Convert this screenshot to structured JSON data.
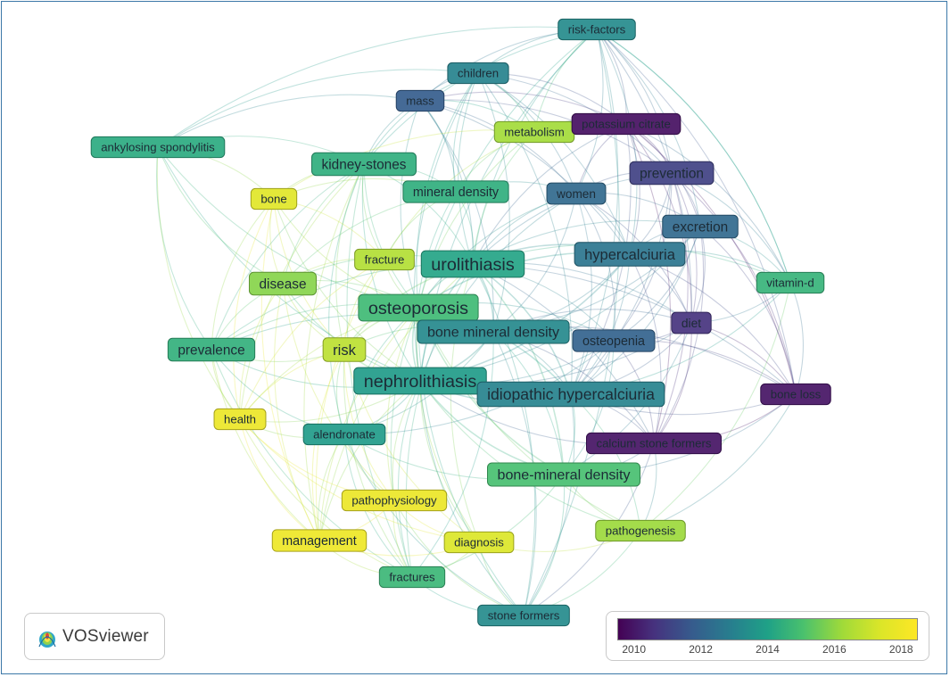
{
  "nodes": [
    {
      "id": "risk-factors",
      "label": "risk-factors",
      "year": 2013.3,
      "weight": 1
    },
    {
      "id": "children",
      "label": "children",
      "year": 2013.0,
      "weight": 1
    },
    {
      "id": "mass",
      "label": "mass",
      "year": 2011.8,
      "weight": 1
    },
    {
      "id": "metabolism",
      "label": "metabolism",
      "year": 2016.3,
      "weight": 1
    },
    {
      "id": "potassium-citrate",
      "label": "potassium citrate",
      "year": 2009.8,
      "weight": 1
    },
    {
      "id": "ankylosing-spondylitis",
      "label": "ankylosing spondylitis",
      "year": 2014.3,
      "weight": 1
    },
    {
      "id": "kidney-stones",
      "label": "kidney-stones",
      "year": 2014.4,
      "weight": 2
    },
    {
      "id": "prevention",
      "label": "prevention",
      "year": 2011.0,
      "weight": 2
    },
    {
      "id": "bone",
      "label": "bone",
      "year": 2017.6,
      "weight": 1
    },
    {
      "id": "mineral-density",
      "label": "mineral density",
      "year": 2014.4,
      "weight": 1.5
    },
    {
      "id": "women",
      "label": "women",
      "year": 2012.2,
      "weight": 1.2
    },
    {
      "id": "excretion",
      "label": "excretion",
      "year": 2012.2,
      "weight": 2
    },
    {
      "id": "fracture",
      "label": "fracture",
      "year": 2016.6,
      "weight": 1
    },
    {
      "id": "urolithiasis",
      "label": "urolithiasis",
      "year": 2014.1,
      "weight": 4
    },
    {
      "id": "hypercalciuria",
      "label": "hypercalciuria",
      "year": 2012.6,
      "weight": 2.5
    },
    {
      "id": "vitamin-d",
      "label": "vitamin-d",
      "year": 2014.6,
      "weight": 1
    },
    {
      "id": "disease",
      "label": "disease",
      "year": 2015.9,
      "weight": 2
    },
    {
      "id": "osteoporosis",
      "label": "osteoporosis",
      "year": 2014.8,
      "weight": 4
    },
    {
      "id": "diet",
      "label": "diet",
      "year": 2010.6,
      "weight": 1.3
    },
    {
      "id": "bone-mineral-density",
      "label": "bone mineral density",
      "year": 2013.2,
      "weight": 2.3
    },
    {
      "id": "osteopenia",
      "label": "osteopenia",
      "year": 2012.0,
      "weight": 1.5
    },
    {
      "id": "prevalence",
      "label": "prevalence",
      "year": 2014.5,
      "weight": 2
    },
    {
      "id": "risk",
      "label": "risk",
      "year": 2016.8,
      "weight": 2.5
    },
    {
      "id": "nephrolithiasis",
      "label": "nephrolithiasis",
      "year": 2013.8,
      "weight": 4
    },
    {
      "id": "idiopathic-hypercalciuria",
      "label": "idiopathic hypercalciuria",
      "year": 2013.0,
      "weight": 3
    },
    {
      "id": "bone-loss",
      "label": "bone loss",
      "year": 2009.9,
      "weight": 1
    },
    {
      "id": "health",
      "label": "health",
      "year": 2017.9,
      "weight": 1
    },
    {
      "id": "alendronate",
      "label": "alendronate",
      "year": 2013.8,
      "weight": 1
    },
    {
      "id": "calcium-stone-formers",
      "label": "calcium stone formers",
      "year": 2009.9,
      "weight": 1
    },
    {
      "id": "bone-mineral-density-2",
      "label": "bone-mineral density",
      "year": 2015.0,
      "weight": 2.3
    },
    {
      "id": "pathophysiology",
      "label": "pathophysiology",
      "year": 2017.9,
      "weight": 1
    },
    {
      "id": "pathogenesis",
      "label": "pathogenesis",
      "year": 2016.2,
      "weight": 1
    },
    {
      "id": "management",
      "label": "management",
      "year": 2018.0,
      "weight": 1.5
    },
    {
      "id": "diagnosis",
      "label": "diagnosis",
      "year": 2017.4,
      "weight": 1
    },
    {
      "id": "fractures",
      "label": "fractures",
      "year": 2014.7,
      "weight": 1
    },
    {
      "id": "stone-formers",
      "label": "stone formers",
      "year": 2013.3,
      "weight": 1
    }
  ],
  "links": [
    [
      "urolithiasis",
      "osteoporosis"
    ],
    [
      "urolithiasis",
      "nephrolithiasis"
    ],
    [
      "urolithiasis",
      "bone-mineral-density"
    ],
    [
      "urolithiasis",
      "hypercalciuria"
    ],
    [
      "urolithiasis",
      "idiopathic-hypercalciuria"
    ],
    [
      "urolithiasis",
      "kidney-stones"
    ],
    [
      "urolithiasis",
      "risk-factors"
    ],
    [
      "urolithiasis",
      "children"
    ],
    [
      "urolithiasis",
      "mass"
    ],
    [
      "urolithiasis",
      "metabolism"
    ],
    [
      "urolithiasis",
      "potassium-citrate"
    ],
    [
      "urolithiasis",
      "prevention"
    ],
    [
      "urolithiasis",
      "mineral-density"
    ],
    [
      "urolithiasis",
      "women"
    ],
    [
      "urolithiasis",
      "excretion"
    ],
    [
      "urolithiasis",
      "disease"
    ],
    [
      "urolithiasis",
      "risk"
    ],
    [
      "urolithiasis",
      "prevalence"
    ],
    [
      "urolithiasis",
      "osteopenia"
    ],
    [
      "urolithiasis",
      "diet"
    ],
    [
      "urolithiasis",
      "vitamin-d"
    ],
    [
      "urolithiasis",
      "bone-loss"
    ],
    [
      "urolithiasis",
      "calcium-stone-formers"
    ],
    [
      "urolithiasis",
      "bone-mineral-density-2"
    ],
    [
      "urolithiasis",
      "stone-formers"
    ],
    [
      "urolithiasis",
      "fractures"
    ],
    [
      "urolithiasis",
      "diagnosis"
    ],
    [
      "urolithiasis",
      "management"
    ],
    [
      "osteoporosis",
      "nephrolithiasis"
    ],
    [
      "osteoporosis",
      "bone-mineral-density"
    ],
    [
      "osteoporosis",
      "risk"
    ],
    [
      "osteoporosis",
      "disease"
    ],
    [
      "osteoporosis",
      "prevalence"
    ],
    [
      "osteoporosis",
      "fracture"
    ],
    [
      "osteoporosis",
      "bone"
    ],
    [
      "osteoporosis",
      "ankylosing-spondylitis"
    ],
    [
      "osteoporosis",
      "health"
    ],
    [
      "osteoporosis",
      "alendronate"
    ],
    [
      "osteoporosis",
      "management"
    ],
    [
      "osteoporosis",
      "pathophysiology"
    ],
    [
      "osteoporosis",
      "fractures"
    ],
    [
      "osteoporosis",
      "diagnosis"
    ],
    [
      "osteoporosis",
      "kidney-stones"
    ],
    [
      "osteoporosis",
      "mass"
    ],
    [
      "osteoporosis",
      "children"
    ],
    [
      "osteoporosis",
      "metabolism"
    ],
    [
      "osteoporosis",
      "idiopathic-hypercalciuria"
    ],
    [
      "osteoporosis",
      "hypercalciuria"
    ],
    [
      "osteoporosis",
      "bone-mineral-density-2"
    ],
    [
      "osteoporosis",
      "stone-formers"
    ],
    [
      "osteoporosis",
      "osteopenia"
    ],
    [
      "osteoporosis",
      "risk-factors"
    ],
    [
      "osteoporosis",
      "women"
    ],
    [
      "osteoporosis",
      "pathogenesis"
    ],
    [
      "nephrolithiasis",
      "bone-mineral-density"
    ],
    [
      "nephrolithiasis",
      "idiopathic-hypercalciuria"
    ],
    [
      "nephrolithiasis",
      "hypercalciuria"
    ],
    [
      "nephrolithiasis",
      "risk"
    ],
    [
      "nephrolithiasis",
      "prevalence"
    ],
    [
      "nephrolithiasis",
      "health"
    ],
    [
      "nephrolithiasis",
      "alendronate"
    ],
    [
      "nephrolithiasis",
      "bone-mineral-density-2"
    ],
    [
      "nephrolithiasis",
      "pathophysiology"
    ],
    [
      "nephrolithiasis",
      "pathogenesis"
    ],
    [
      "nephrolithiasis",
      "management"
    ],
    [
      "nephrolithiasis",
      "diagnosis"
    ],
    [
      "nephrolithiasis",
      "fractures"
    ],
    [
      "nephrolithiasis",
      "stone-formers"
    ],
    [
      "nephrolithiasis",
      "disease"
    ],
    [
      "nephrolithiasis",
      "kidney-stones"
    ],
    [
      "nephrolithiasis",
      "mineral-density"
    ],
    [
      "nephrolithiasis",
      "bone"
    ],
    [
      "nephrolithiasis",
      "ankylosing-spondylitis"
    ],
    [
      "nephrolithiasis",
      "women"
    ],
    [
      "nephrolithiasis",
      "excretion"
    ],
    [
      "nephrolithiasis",
      "diet"
    ],
    [
      "nephrolithiasis",
      "calcium-stone-formers"
    ],
    [
      "nephrolithiasis",
      "children"
    ],
    [
      "nephrolithiasis",
      "risk-factors"
    ],
    [
      "nephrolithiasis",
      "osteopenia"
    ],
    [
      "idiopathic-hypercalciuria",
      "bone-mineral-density"
    ],
    [
      "idiopathic-hypercalciuria",
      "hypercalciuria"
    ],
    [
      "idiopathic-hypercalciuria",
      "bone-loss"
    ],
    [
      "idiopathic-hypercalciuria",
      "calcium-stone-formers"
    ],
    [
      "idiopathic-hypercalciuria",
      "diet"
    ],
    [
      "idiopathic-hypercalciuria",
      "excretion"
    ],
    [
      "idiopathic-hypercalciuria",
      "prevention"
    ],
    [
      "idiopathic-hypercalciuria",
      "potassium-citrate"
    ],
    [
      "idiopathic-hypercalciuria",
      "osteopenia"
    ],
    [
      "idiopathic-hypercalciuria",
      "vitamin-d"
    ],
    [
      "idiopathic-hypercalciuria",
      "women"
    ],
    [
      "idiopathic-hypercalciuria",
      "stone-formers"
    ],
    [
      "idiopathic-hypercalciuria",
      "pathogenesis"
    ],
    [
      "idiopathic-hypercalciuria",
      "bone-mineral-density-2"
    ],
    [
      "idiopathic-hypercalciuria",
      "risk-factors"
    ],
    [
      "idiopathic-hypercalciuria",
      "children"
    ],
    [
      "hypercalciuria",
      "bone-mineral-density"
    ],
    [
      "hypercalciuria",
      "bone-loss"
    ],
    [
      "hypercalciuria",
      "diet"
    ],
    [
      "hypercalciuria",
      "excretion"
    ],
    [
      "hypercalciuria",
      "prevention"
    ],
    [
      "hypercalciuria",
      "potassium-citrate"
    ],
    [
      "hypercalciuria",
      "vitamin-d"
    ],
    [
      "hypercalciuria",
      "women"
    ],
    [
      "hypercalciuria",
      "calcium-stone-formers"
    ],
    [
      "hypercalciuria",
      "risk-factors"
    ],
    [
      "hypercalciuria",
      "mass"
    ],
    [
      "hypercalciuria",
      "children"
    ],
    [
      "bone-mineral-density",
      "osteopenia"
    ],
    [
      "bone-mineral-density",
      "bone-loss"
    ],
    [
      "bone-mineral-density",
      "calcium-stone-formers"
    ],
    [
      "bone-mineral-density",
      "prevalence"
    ],
    [
      "bone-mineral-density",
      "risk"
    ],
    [
      "bone-mineral-density",
      "alendronate"
    ],
    [
      "bone-mineral-density",
      "diet"
    ],
    [
      "bone-mineral-density",
      "excretion"
    ],
    [
      "bone-mineral-density",
      "stone-formers"
    ],
    [
      "bone-mineral-density",
      "women"
    ],
    [
      "bone-mineral-density",
      "mass"
    ],
    [
      "bone-mineral-density",
      "children"
    ],
    [
      "bone-mineral-density",
      "fractures"
    ],
    [
      "bone-mineral-density",
      "bone-mineral-density-2"
    ],
    [
      "kidney-stones",
      "risk"
    ],
    [
      "kidney-stones",
      "prevalence"
    ],
    [
      "kidney-stones",
      "disease"
    ],
    [
      "kidney-stones",
      "bone"
    ],
    [
      "kidney-stones",
      "ankylosing-spondylitis"
    ],
    [
      "kidney-stones",
      "fracture"
    ],
    [
      "kidney-stones",
      "mineral-density"
    ],
    [
      "kidney-stones",
      "children"
    ],
    [
      "kidney-stones",
      "mass"
    ],
    [
      "kidney-stones",
      "risk-factors"
    ],
    [
      "kidney-stones",
      "health"
    ],
    [
      "kidney-stones",
      "alendronate"
    ],
    [
      "kidney-stones",
      "management"
    ],
    [
      "kidney-stones",
      "fractures"
    ],
    [
      "risk",
      "prevalence"
    ],
    [
      "risk",
      "disease"
    ],
    [
      "risk",
      "fracture"
    ],
    [
      "risk",
      "health"
    ],
    [
      "risk",
      "management"
    ],
    [
      "risk",
      "diagnosis"
    ],
    [
      "risk",
      "pathophysiology"
    ],
    [
      "risk",
      "bone"
    ],
    [
      "risk",
      "fractures"
    ],
    [
      "risk",
      "alendronate"
    ],
    [
      "disease",
      "prevalence"
    ],
    [
      "disease",
      "bone"
    ],
    [
      "disease",
      "health"
    ],
    [
      "disease",
      "management"
    ],
    [
      "disease",
      "fracture"
    ],
    [
      "disease",
      "ankylosing-spondylitis"
    ],
    [
      "disease",
      "pathophysiology"
    ],
    [
      "prevalence",
      "health"
    ],
    [
      "prevalence",
      "ankylosing-spondylitis"
    ],
    [
      "prevalence",
      "management"
    ],
    [
      "prevalence",
      "fractures"
    ],
    [
      "prevalence",
      "bone"
    ],
    [
      "prevalence",
      "alendronate"
    ],
    [
      "health",
      "management"
    ],
    [
      "health",
      "pathophysiology"
    ],
    [
      "health",
      "diagnosis"
    ],
    [
      "health",
      "fractures"
    ],
    [
      "management",
      "pathophysiology"
    ],
    [
      "management",
      "diagnosis"
    ],
    [
      "management",
      "fractures"
    ],
    [
      "management",
      "alendronate"
    ],
    [
      "pathophysiology",
      "diagnosis"
    ],
    [
      "pathophysiology",
      "fractures"
    ],
    [
      "pathophysiology",
      "stone-formers"
    ],
    [
      "diagnosis",
      "fractures"
    ],
    [
      "diagnosis",
      "stone-formers"
    ],
    [
      "diagnosis",
      "pathogenesis"
    ],
    [
      "fractures",
      "stone-formers"
    ],
    [
      "fractures",
      "alendronate"
    ],
    [
      "fractures",
      "bone-mineral-density-2"
    ],
    [
      "stone-formers",
      "bone-mineral-density-2"
    ],
    [
      "stone-formers",
      "pathogenesis"
    ],
    [
      "stone-formers",
      "calcium-stone-formers"
    ],
    [
      "stone-formers",
      "alendronate"
    ],
    [
      "bone-mineral-density-2",
      "pathogenesis"
    ],
    [
      "bone-mineral-density-2",
      "alendronate"
    ],
    [
      "bone-mineral-density-2",
      "calcium-stone-formers"
    ],
    [
      "bone-mineral-density-2",
      "osteopenia"
    ],
    [
      "bone-mineral-density-2",
      "bone-loss"
    ],
    [
      "bone-mineral-density-2",
      "diet"
    ],
    [
      "pathogenesis",
      "calcium-stone-formers"
    ],
    [
      "pathogenesis",
      "bone-loss"
    ],
    [
      "pathogenesis",
      "vitamin-d"
    ],
    [
      "calcium-stone-formers",
      "bone-loss"
    ],
    [
      "calcium-stone-formers",
      "diet"
    ],
    [
      "calcium-stone-formers",
      "osteopenia"
    ],
    [
      "calcium-stone-formers",
      "excretion"
    ],
    [
      "calcium-stone-formers",
      "prevention"
    ],
    [
      "calcium-stone-formers",
      "potassium-citrate"
    ],
    [
      "bone-loss",
      "diet"
    ],
    [
      "bone-loss",
      "vitamin-d"
    ],
    [
      "bone-loss",
      "excretion"
    ],
    [
      "bone-loss",
      "prevention"
    ],
    [
      "bone-loss",
      "potassium-citrate"
    ],
    [
      "bone-loss",
      "osteopenia"
    ],
    [
      "bone-loss",
      "risk-factors"
    ],
    [
      "diet",
      "osteopenia"
    ],
    [
      "diet",
      "excretion"
    ],
    [
      "diet",
      "prevention"
    ],
    [
      "diet",
      "potassium-citrate"
    ],
    [
      "diet",
      "vitamin-d"
    ],
    [
      "diet",
      "women"
    ],
    [
      "diet",
      "risk-factors"
    ],
    [
      "osteopenia",
      "women"
    ],
    [
      "osteopenia",
      "excretion"
    ],
    [
      "osteopenia",
      "prevention"
    ],
    [
      "osteopenia",
      "alendronate"
    ],
    [
      "vitamin-d",
      "excretion"
    ],
    [
      "vitamin-d",
      "prevention"
    ],
    [
      "vitamin-d",
      "potassium-citrate"
    ],
    [
      "vitamin-d",
      "risk-factors"
    ],
    [
      "excretion",
      "prevention"
    ],
    [
      "excretion",
      "potassium-citrate"
    ],
    [
      "excretion",
      "women"
    ],
    [
      "excretion",
      "risk-factors"
    ],
    [
      "prevention",
      "potassium-citrate"
    ],
    [
      "prevention",
      "women"
    ],
    [
      "prevention",
      "mass"
    ],
    [
      "prevention",
      "risk-factors"
    ],
    [
      "prevention",
      "children"
    ],
    [
      "women",
      "mass"
    ],
    [
      "women",
      "children"
    ],
    [
      "women",
      "potassium-citrate"
    ],
    [
      "women",
      "mineral-density"
    ],
    [
      "women",
      "risk-factors"
    ],
    [
      "potassium-citrate",
      "mass"
    ],
    [
      "potassium-citrate",
      "children"
    ],
    [
      "potassium-citrate",
      "risk-factors"
    ],
    [
      "potassium-citrate",
      "metabolism"
    ],
    [
      "metabolism",
      "mass"
    ],
    [
      "metabolism",
      "children"
    ],
    [
      "metabolism",
      "mineral-density"
    ],
    [
      "metabolism",
      "risk-factors"
    ],
    [
      "metabolism",
      "fracture"
    ],
    [
      "metabolism",
      "bone"
    ],
    [
      "mass",
      "children"
    ],
    [
      "mass",
      "risk-factors"
    ],
    [
      "mass",
      "mineral-density"
    ],
    [
      "mass",
      "ankylosing-spondylitis"
    ],
    [
      "children",
      "risk-factors"
    ],
    [
      "children",
      "mineral-density"
    ],
    [
      "children",
      "ankylosing-spondylitis"
    ],
    [
      "mineral-density",
      "fracture"
    ],
    [
      "mineral-density",
      "bone"
    ],
    [
      "mineral-density",
      "disease"
    ],
    [
      "ankylosing-spondylitis",
      "bone"
    ],
    [
      "ankylosing-spondylitis",
      "risk-factors"
    ],
    [
      "ankylosing-spondylitis",
      "health"
    ],
    [
      "bone",
      "fracture"
    ],
    [
      "bone",
      "health"
    ],
    [
      "bone",
      "management"
    ],
    [
      "fracture",
      "health"
    ],
    [
      "fracture",
      "management"
    ],
    [
      "alendronate",
      "health"
    ],
    [
      "alendronate",
      "pathophysiology"
    ],
    [
      "risk-factors",
      "vitamin-d"
    ],
    [
      "risk-factors",
      "stone-formers"
    ]
  ],
  "colorbar": {
    "min": 2009.5,
    "max": 2018.5,
    "ticks": [
      "2010",
      "2012",
      "2014",
      "2016",
      "2018"
    ]
  },
  "brand": {
    "name": "VOSviewer",
    "icon": "vosviewer-logo-icon"
  }
}
